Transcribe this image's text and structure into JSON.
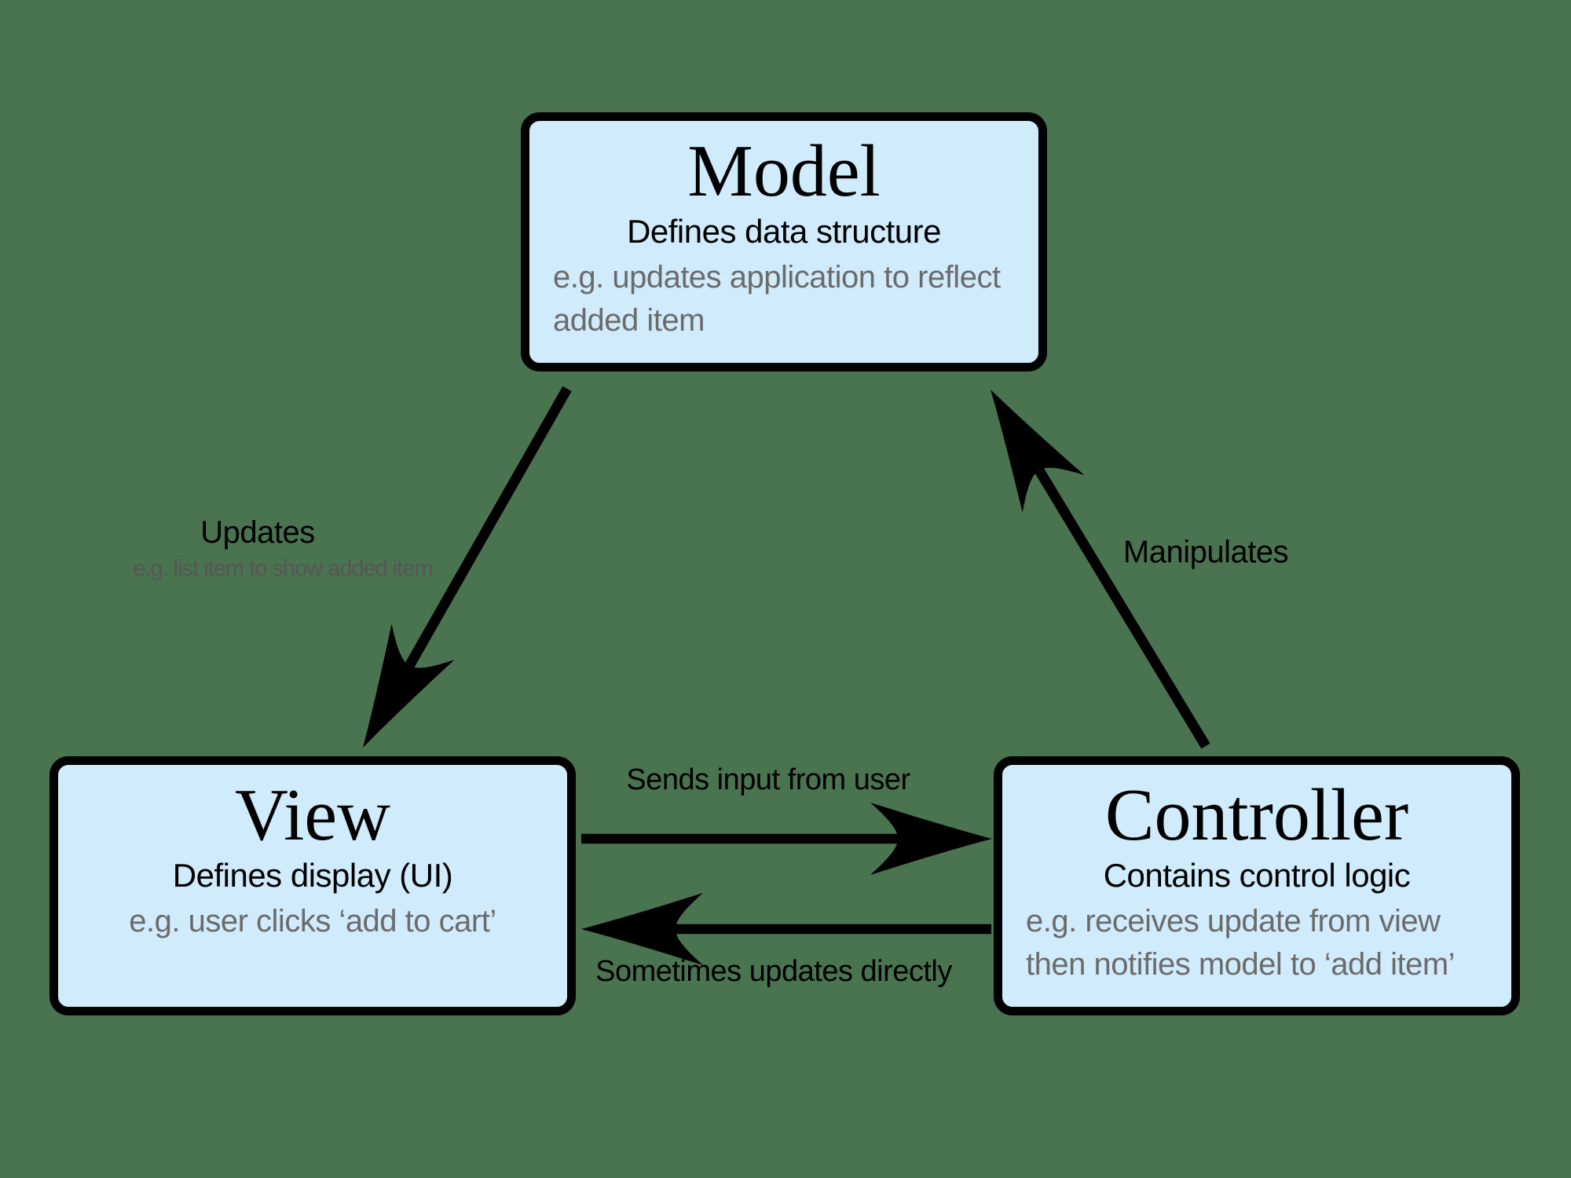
{
  "diagram": {
    "name": "Model-View-Controller diagram",
    "colors": {
      "background": "#4A7350",
      "box_fill": "#D0EBFC",
      "box_border": "#000000",
      "primary_text": "#000000",
      "secondary_text": "#6B6B6B",
      "arrow": "#000000"
    }
  },
  "boxes": {
    "model": {
      "title": "Model",
      "subtitle": "Defines data structure",
      "example": "e.g. updates application to reflect\nadded item"
    },
    "view": {
      "title": "View",
      "subtitle": "Defines display (UI)",
      "example": "e.g. user clicks ‘add to cart’"
    },
    "controller": {
      "title": "Controller",
      "subtitle": "Contains control logic",
      "example": "e.g. receives update from view\nthen notifies model to ‘add item’"
    }
  },
  "arrows": {
    "model_to_view": {
      "from": "Model",
      "to": "View",
      "label": "Updates",
      "sublabel": "e.g. list item to show added item"
    },
    "controller_to_model": {
      "from": "Controller",
      "to": "Model",
      "label": "Manipulates"
    },
    "view_to_controller": {
      "from": "View",
      "to": "Controller",
      "label": "Sends input from user"
    },
    "controller_to_view": {
      "from": "Controller",
      "to": "View",
      "label": "Sometimes updates directly"
    }
  }
}
